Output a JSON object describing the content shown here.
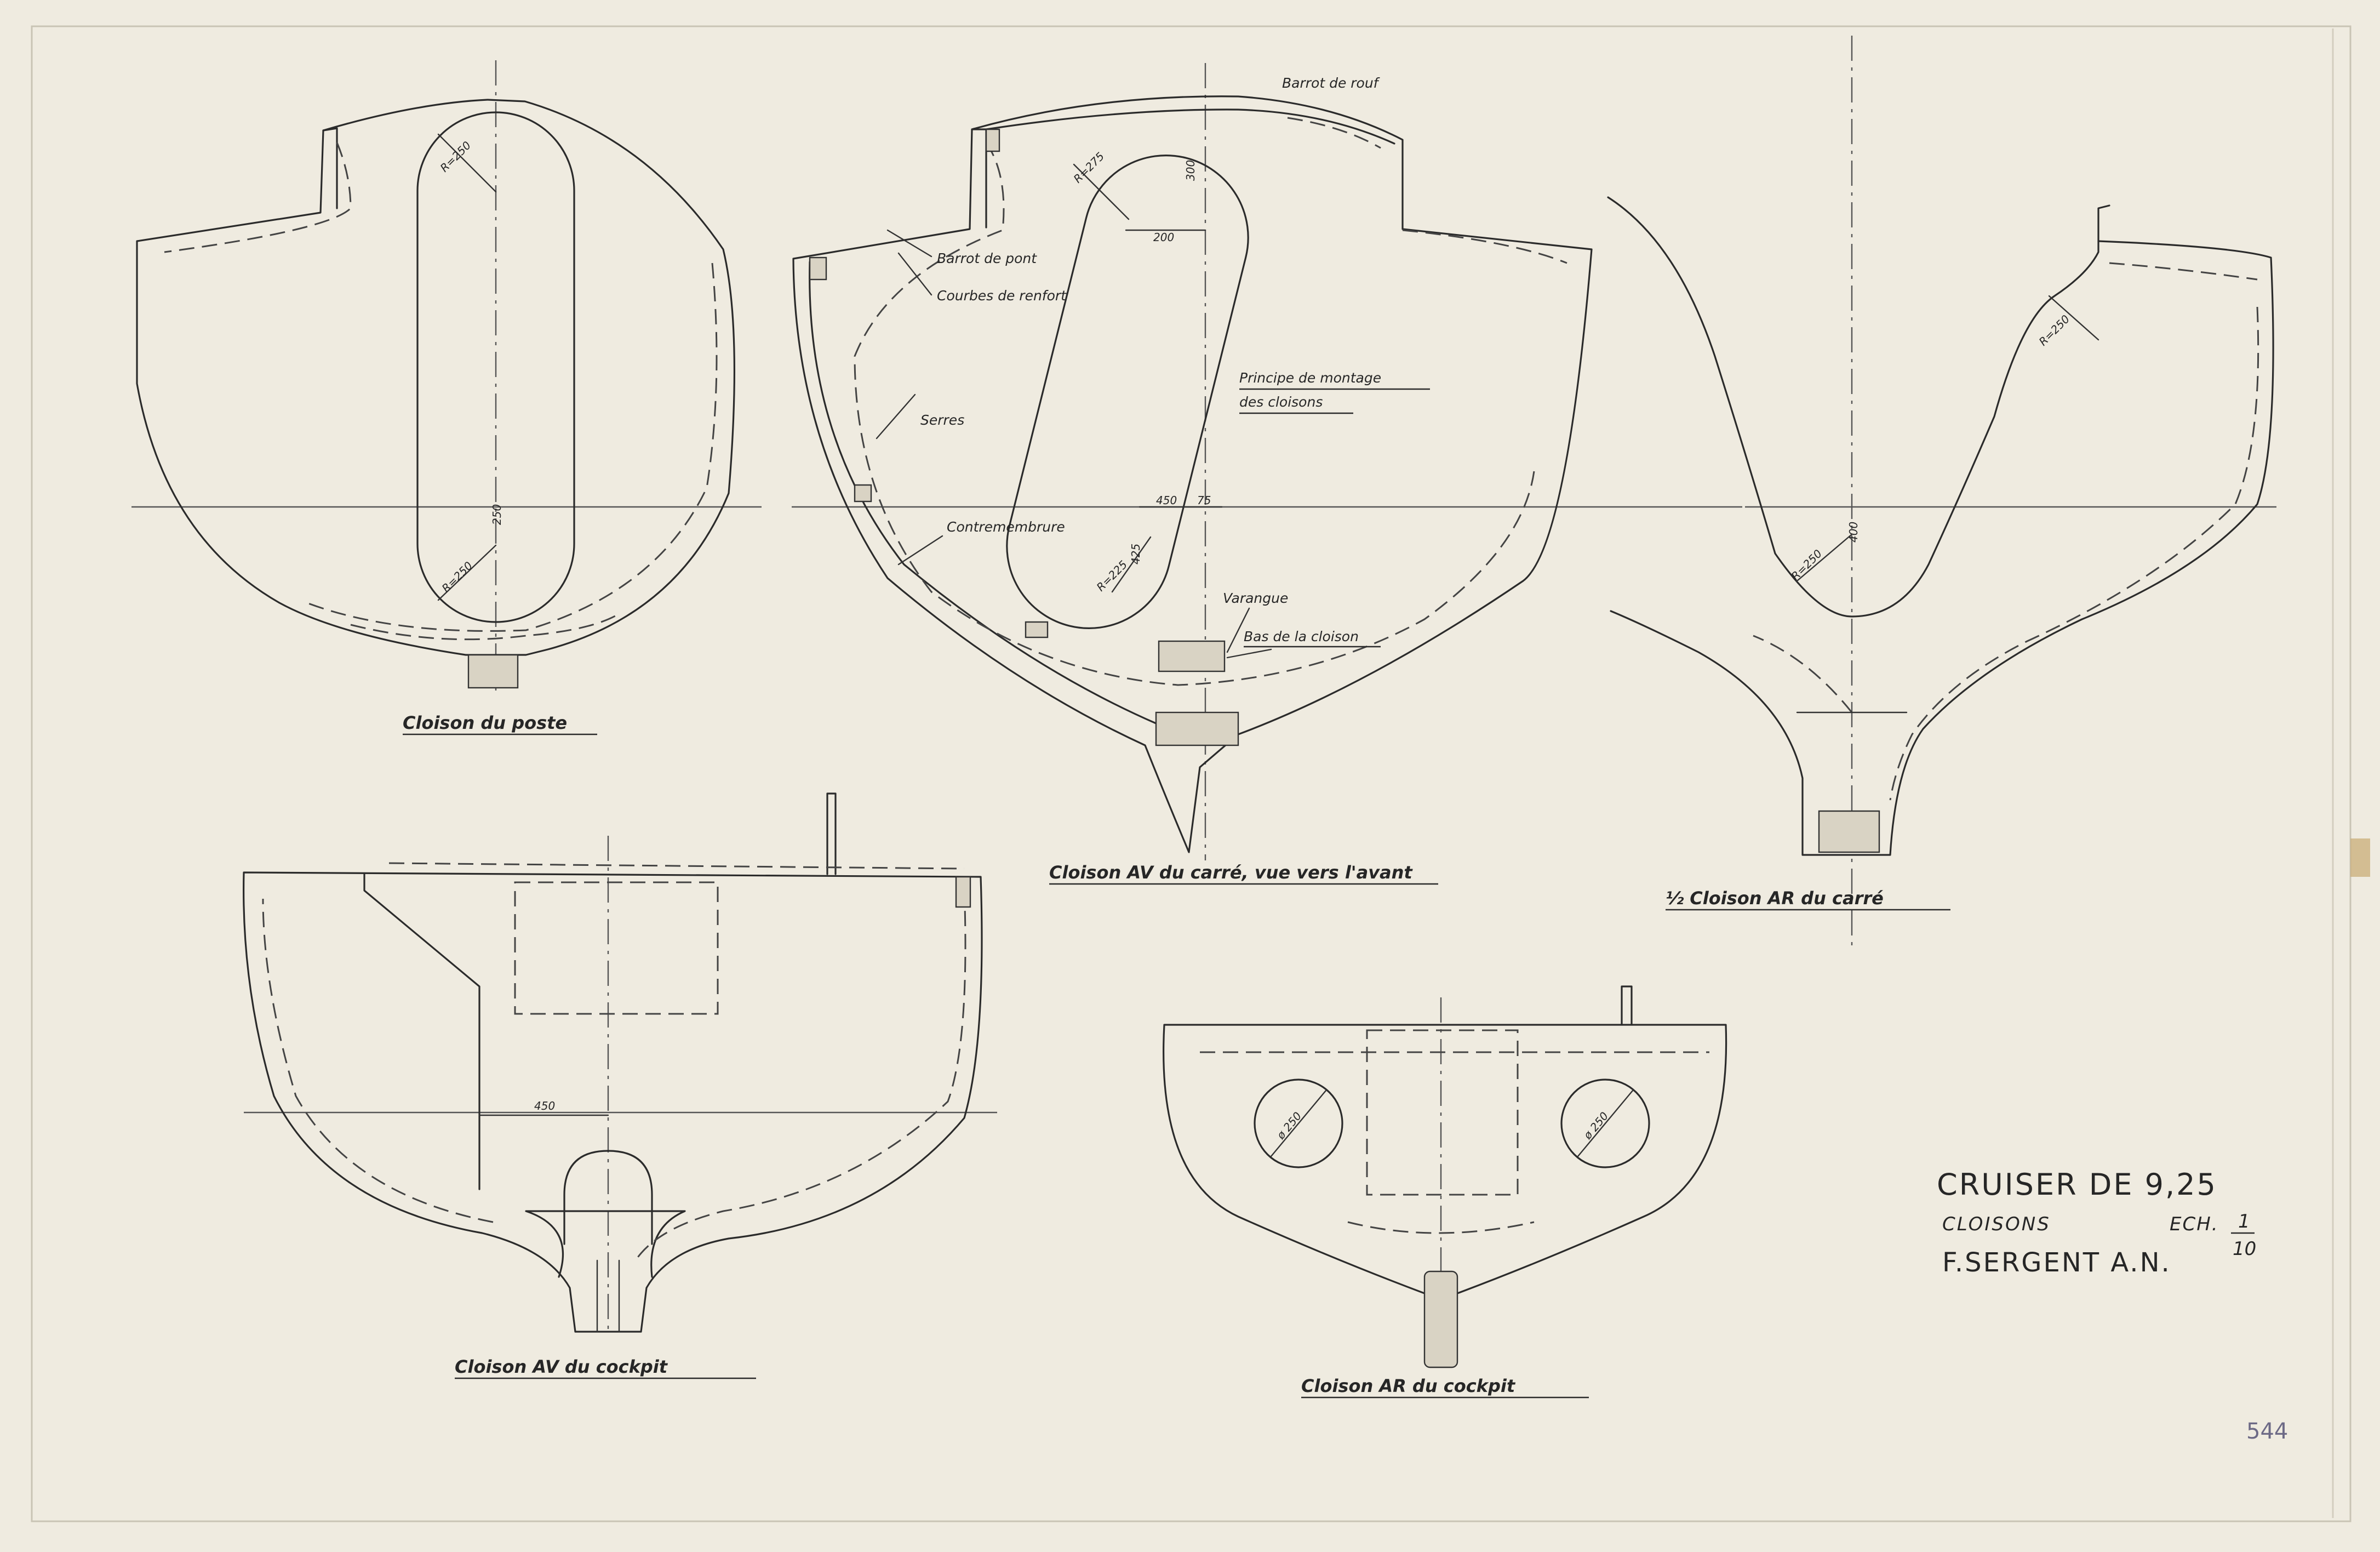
{
  "sheet": {
    "paper_color": "#efebe0",
    "frame_color": "#c9c4b5",
    "ink_color": "#2b2b2b"
  },
  "title_block": {
    "title": "CRUISER DE 9,25",
    "subtitle": "CLOISONS",
    "scale_label": "ECH.",
    "scale_num": "1",
    "scale_den": "10",
    "author": "F.SERGENT A.N."
  },
  "sheet_number": "544",
  "sections": {
    "poste": {
      "caption": "Cloison du poste",
      "dims": [
        "R=250",
        "250",
        "R=250"
      ]
    },
    "carre_av": {
      "caption": "Cloison AV du carré, vue vers l'avant",
      "dims": [
        "R=275",
        "300",
        "200",
        "450",
        "75",
        "425",
        "R=225"
      ],
      "labels": {
        "barrot_roof": "Barrot de rouf",
        "barrot_pont": "Barrot de pont",
        "courbes": "Courbes de renfort",
        "serres": "Serres",
        "contremembrure": "Contremembrure",
        "principe_1": "Principe de montage",
        "principe_2": "des cloisons",
        "varangue": "Varangue",
        "bas_cloison": "Bas de la cloison"
      }
    },
    "carre_ar": {
      "caption": "½ Cloison AR du carré",
      "dims": [
        "R=250",
        "R=250",
        "400"
      ]
    },
    "cockpit_av": {
      "caption": "Cloison AV du cockpit",
      "dims": [
        "450"
      ]
    },
    "cockpit_ar": {
      "caption": "Cloison AR du cockpit",
      "dims": [
        "ø 250",
        "ø 250"
      ]
    }
  }
}
